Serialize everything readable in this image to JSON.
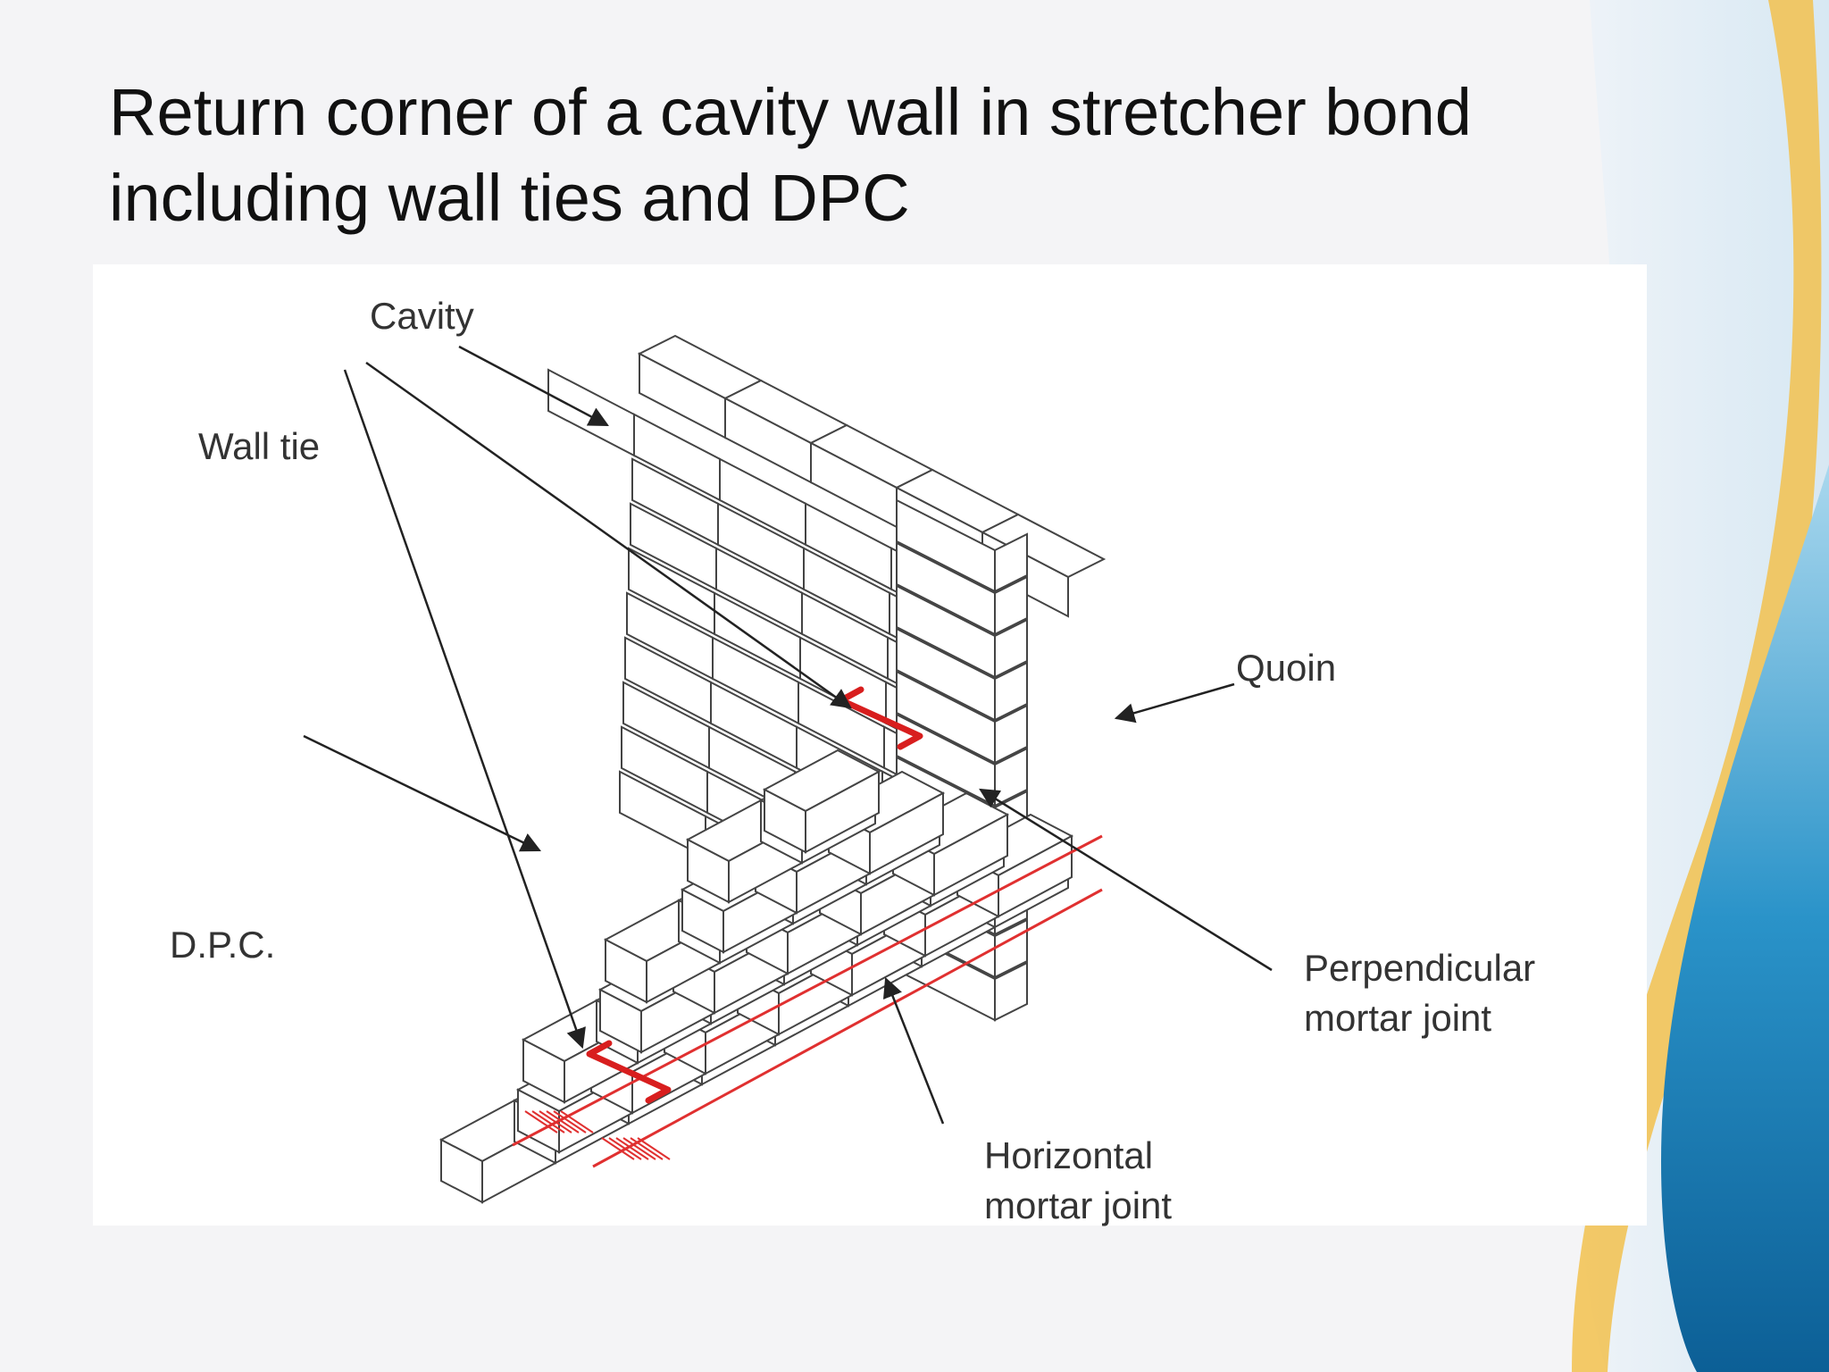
{
  "slide": {
    "title_line1": "Return corner of a cavity wall in stretcher bond",
    "title_line2": "including wall ties and DPC"
  },
  "diagram": {
    "labels": {
      "cavity": "Cavity",
      "wall_tie": "Wall tie",
      "dpc": "D.P.C.",
      "quoin": "Quoin",
      "perpendicular_line1": "Perpendicular",
      "perpendicular_line2": "mortar joint",
      "horizontal_line1": "Horizontal",
      "horizontal_line2": "mortar joint"
    },
    "colors": {
      "brick_face": "#ffffff",
      "brick_edge": "#444444",
      "wall_tie": "#d81e1e",
      "dpc": "#e03030",
      "accent_blue": "#1f7fb8",
      "accent_gold": "#f2c14e"
    }
  }
}
